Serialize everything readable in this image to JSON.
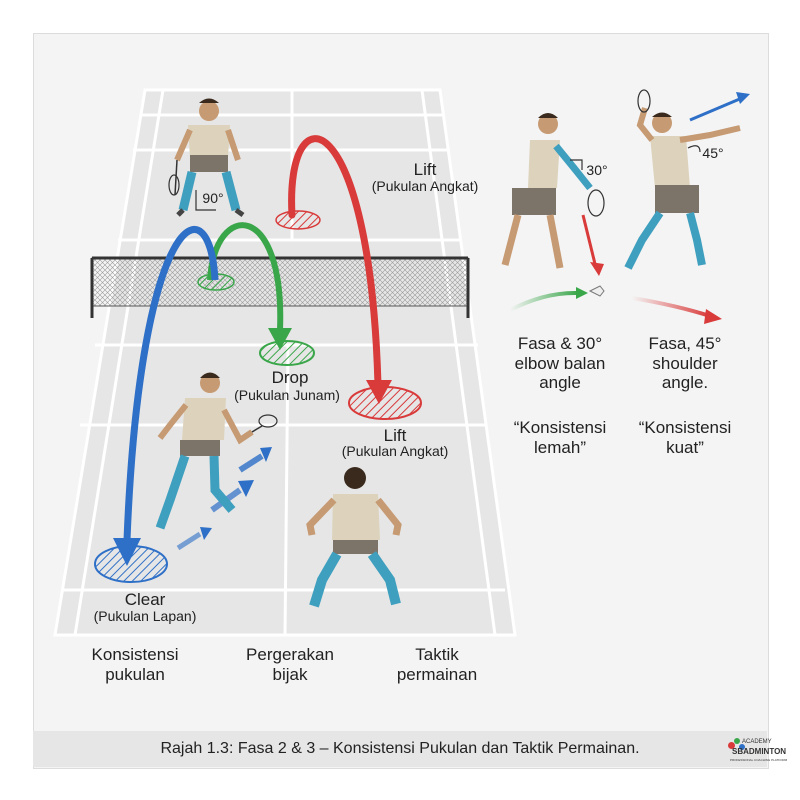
{
  "labels": {
    "lift_top": {
      "title": "Lift",
      "sub": "(Pukulan Angkat)"
    },
    "drop": {
      "title": "Drop",
      "sub": "(Pukulan Junam)"
    },
    "lift_bottom": {
      "title": "Lift",
      "sub": "(Pukulan Angkat)"
    },
    "clear": {
      "title": "Clear",
      "sub": "(Pukulan Lapan)"
    },
    "angle_90": "90°",
    "angle_30": "30°",
    "angle_45": "45°"
  },
  "right_panel": {
    "left_text": [
      "Fasa & 30°",
      "elbow balan",
      "angle"
    ],
    "left_quote": [
      "“Konsistensi",
      "lemah”"
    ],
    "right_text": [
      "Fasa, 45°",
      "shoulder",
      "angle."
    ],
    "right_quote": [
      "“Konsistensi",
      "kuat”"
    ]
  },
  "bottom_labels": [
    [
      "Konsistensi",
      "pukulan"
    ],
    [
      "Pergerakan",
      "bijak"
    ],
    [
      "Taktik",
      "permainan"
    ]
  ],
  "caption": "Rajah 1.3: Fasa 2 & 3 – Konsistensi Pukulan dan Taktik Permainan.",
  "logo": {
    "top": "ACADEMY",
    "main": "SBADMINTON",
    "small": "PROFESSIONAL COACHING PLATFORM"
  },
  "colors": {
    "blue": "#2e6fc7",
    "green": "#3aa64a",
    "red": "#d93a3a",
    "court_line": "#ffffff",
    "court": "#e9e9e9"
  }
}
